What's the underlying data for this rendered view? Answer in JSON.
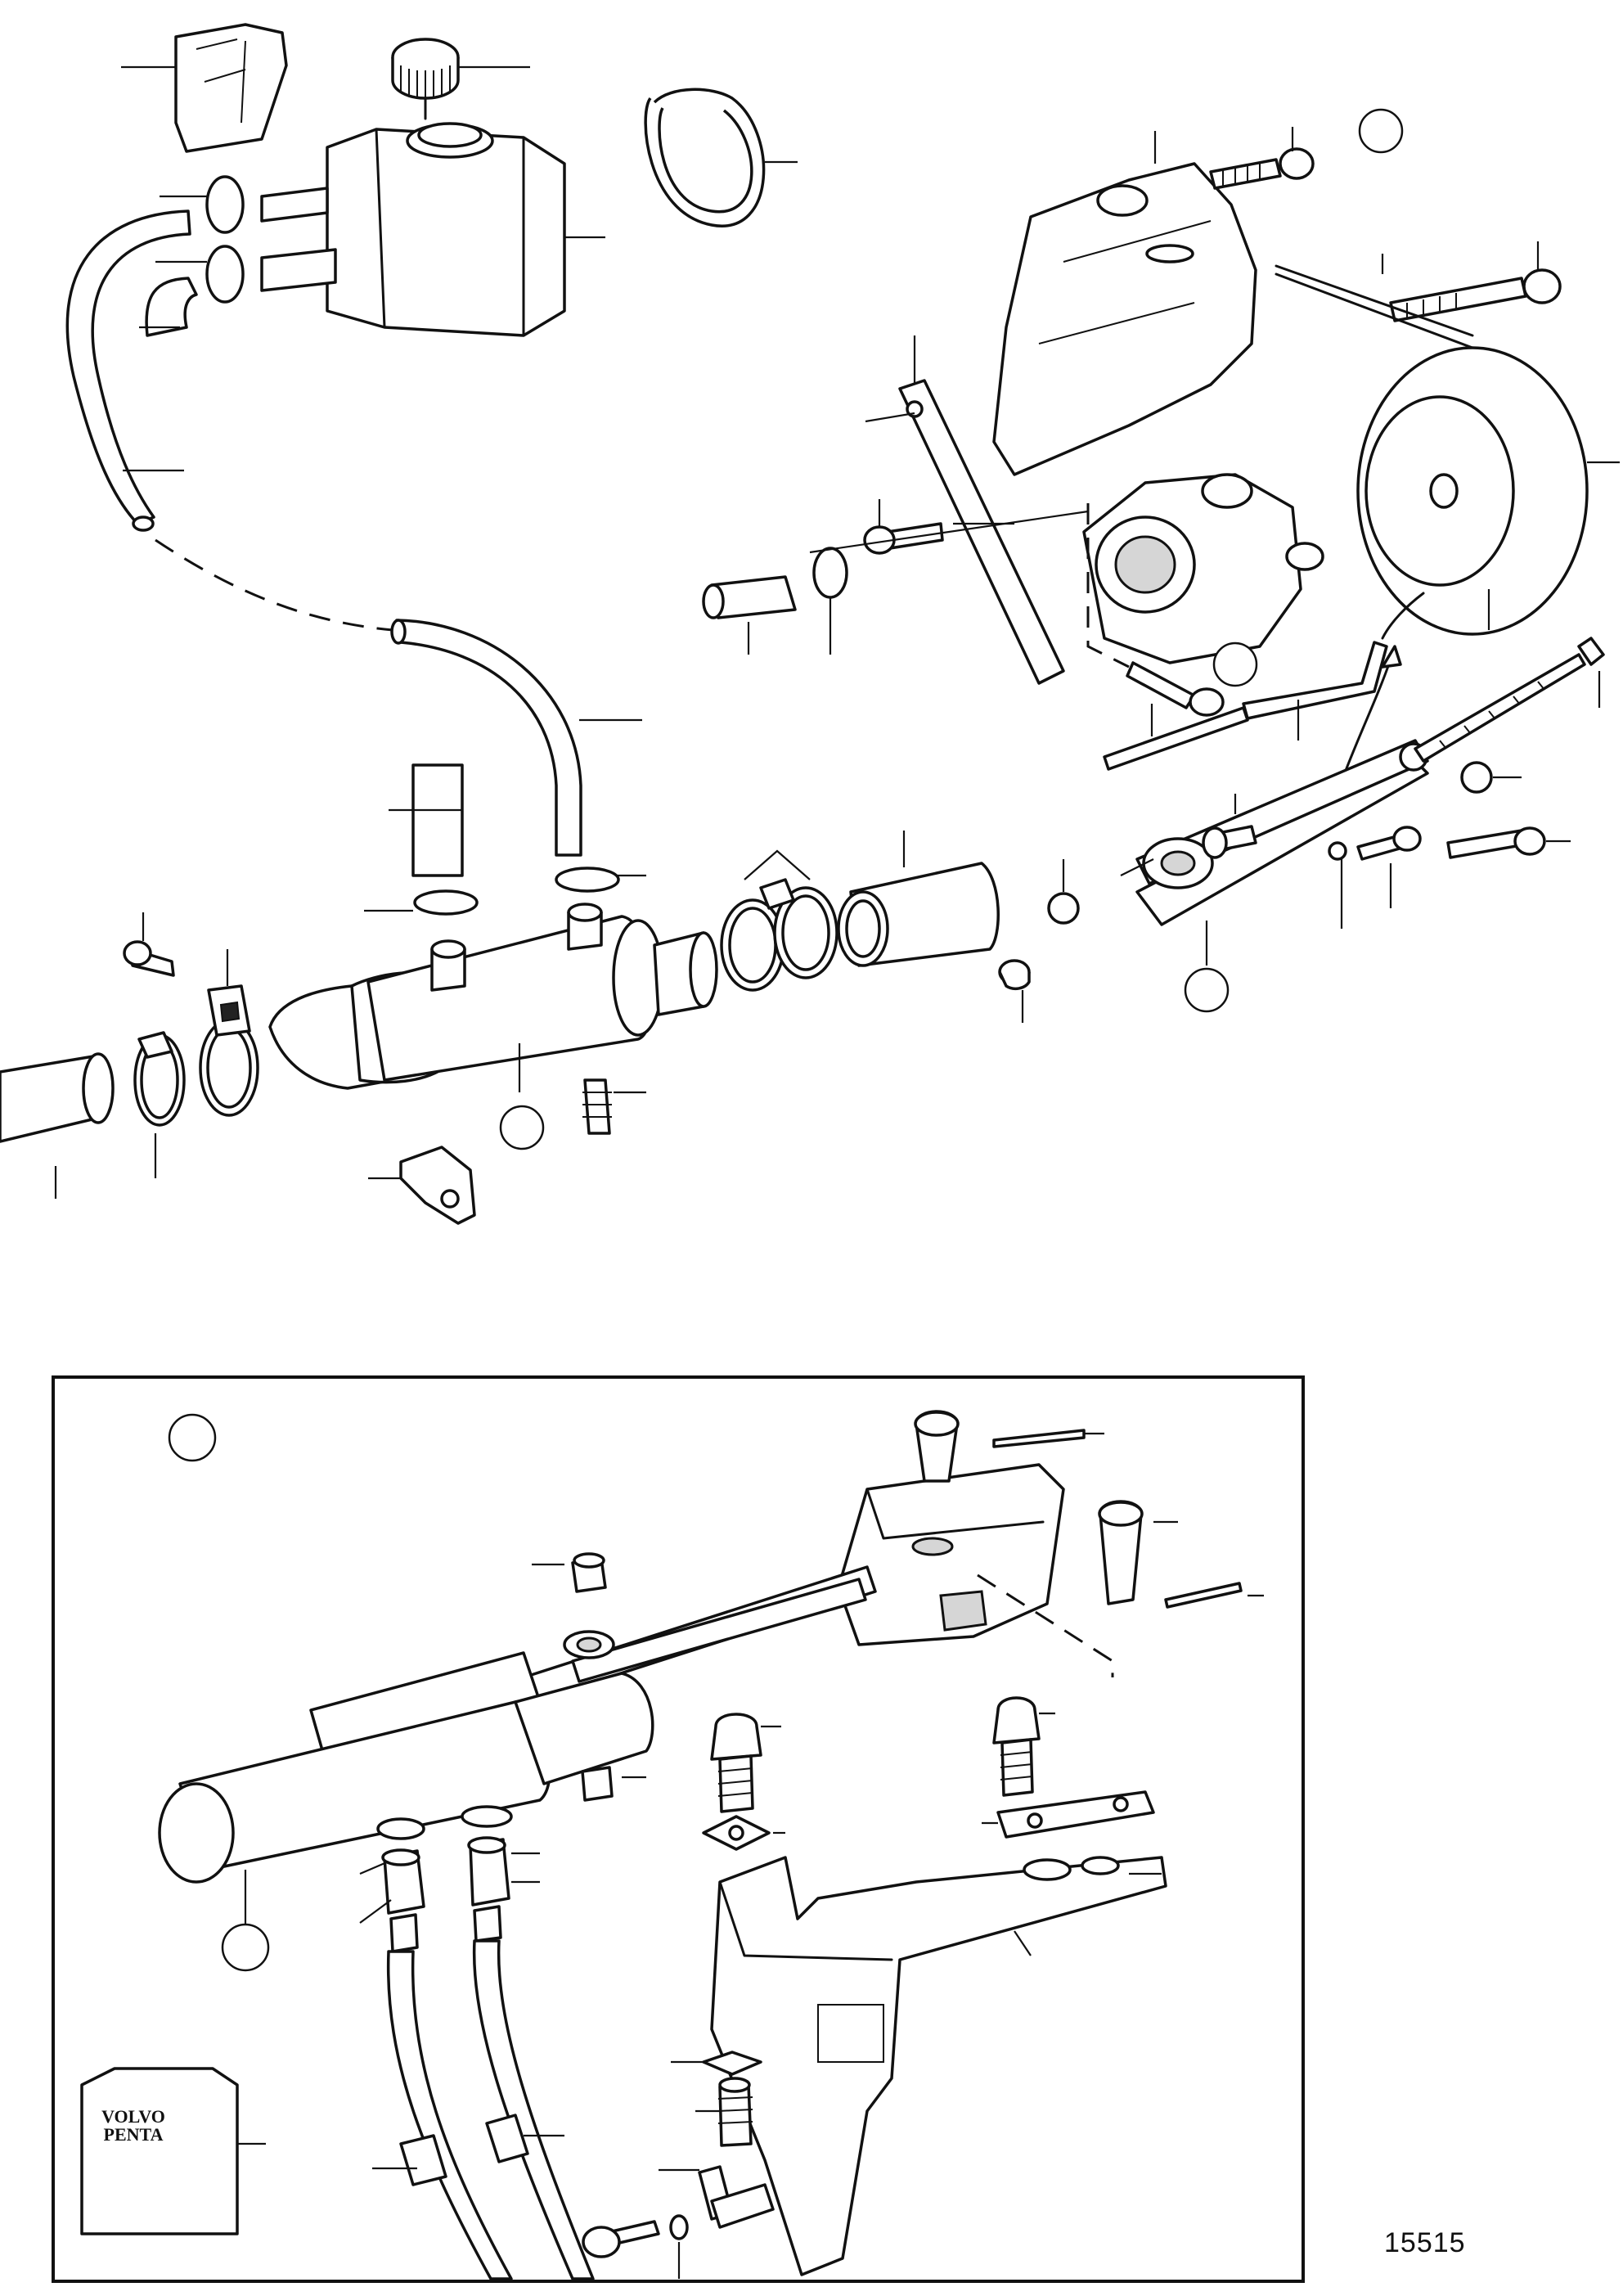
{
  "drawing": {
    "number": "15515",
    "logo_lines": [
      "VOLVO",
      "PENTA"
    ]
  },
  "callouts": {
    "shape": "empty-circle",
    "count": 6
  },
  "colors": {
    "ink": "#111111",
    "paper": "#ffffff",
    "shade": "#d6d6d6"
  }
}
